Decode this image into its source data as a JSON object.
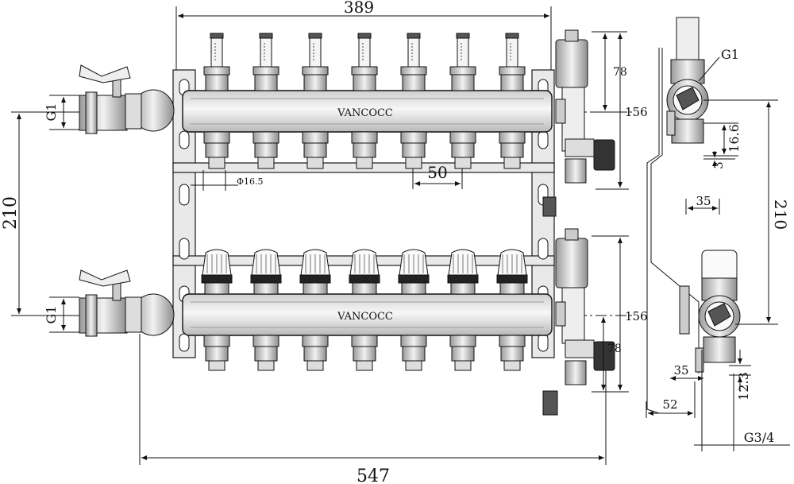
{
  "brand": "VANCOCC",
  "dimensions": {
    "top_width": "389",
    "overall_width": "547",
    "main_height_left": "210",
    "main_height_side": "210",
    "inlet_thread_top": "G1",
    "inlet_thread_bottom": "G1",
    "outlet_diameter": "Φ16.5",
    "outlet_spacing": "50",
    "upper_offset": "78",
    "lower_offset": "78",
    "upper_height": "156",
    "lower_height": "156",
    "side_thread": "G1",
    "side_16_6": "16.6",
    "side_3": "3",
    "side_35_top": "35",
    "side_35_bottom": "35",
    "side_12_3": "12.3",
    "side_52": "52",
    "side_g3_4": "G3/4"
  },
  "outlet_count": 7
}
